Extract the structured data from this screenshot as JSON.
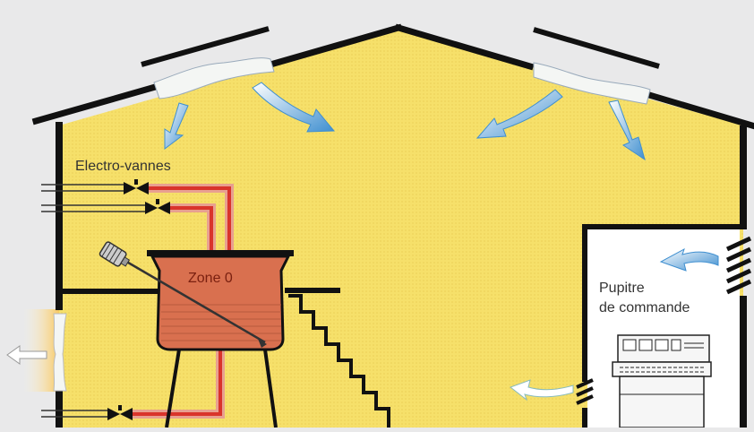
{
  "labels": {
    "electrovannes": "Electro-vannes",
    "zone": "Zone 0",
    "pupitre_line1": "Pupitre",
    "pupitre_line2": "de commande"
  },
  "colors": {
    "background": "#e9e9ea",
    "building_fill": "#f6e06a",
    "wall": "#111111",
    "tank": "#d9704f",
    "pipe_red": "#d9342b",
    "pipe_light": "#e8a090",
    "airflow": "#5aa0d8",
    "vent": "#f4f6f4",
    "glow": "#f8d070"
  },
  "icons": [
    "roof-vent-icon",
    "airflow-arrow-icon",
    "valve-icon",
    "motor-icon",
    "wall-grille-icon",
    "control-console-icon"
  ]
}
